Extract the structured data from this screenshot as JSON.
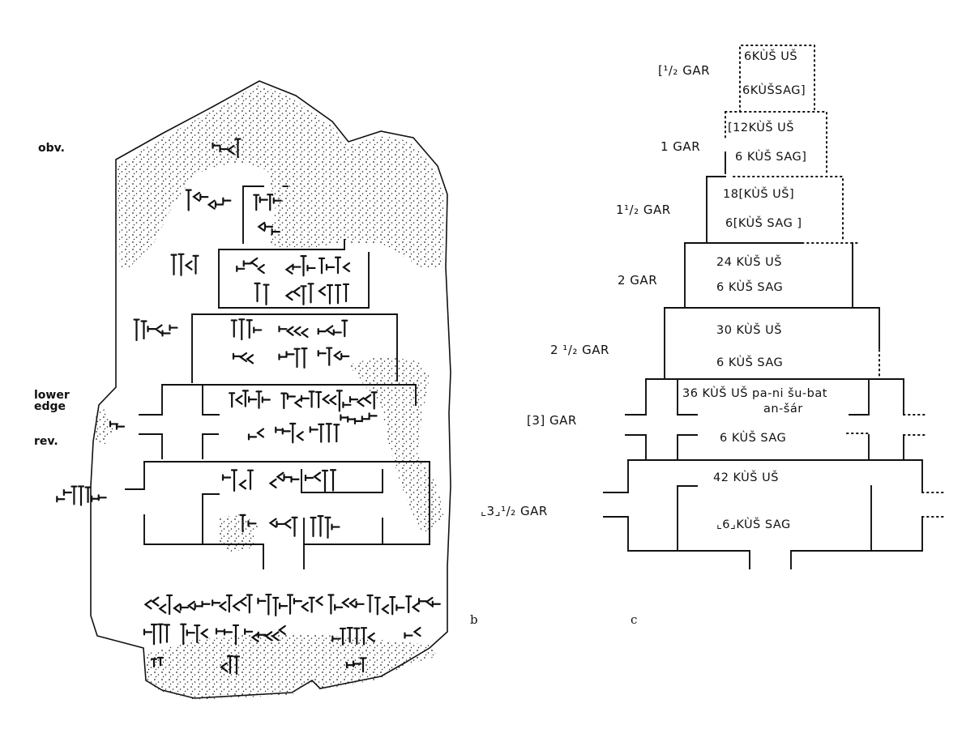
{
  "tablet": {
    "side_labels": {
      "obverse": "obv.",
      "lower_edge_1": "lower",
      "lower_edge_2": "edge",
      "reverse": "rev."
    },
    "panel_letter": "b"
  },
  "plan": {
    "panel_letter": "c",
    "stages": [
      {
        "gar": "[¹/₂ GAR",
        "length": "6KÙŠ UŠ",
        "width": "6KÙŠSAG]"
      },
      {
        "gar": "1 GAR",
        "length": "[12KÙŠ UŠ",
        "width": "6 KÙŠ SAG]"
      },
      {
        "gar": "1¹/₂ GAR",
        "length": "18[KÙŠ UŠ]",
        "width": "6[KÙŠ SAG ]"
      },
      {
        "gar": "2 GAR",
        "length": "24 KÙŠ UŠ",
        "width": "6 KÙŠ SAG"
      },
      {
        "gar": "2 ¹/₂ GAR",
        "length": "30 KÙŠ UŠ",
        "width": "6 KÙŠ SAG"
      },
      {
        "gar": "[3] GAR",
        "length": "36 KÙŠ UŠ pa-ni šu-bat",
        "length_2": "an-šár",
        "width": "6 KÙŠ SAG"
      },
      {
        "gar": "⌞3⌟¹/₂ GAR",
        "length": "42 KÙŠ UŠ",
        "width": "⌞6⌟KÙŠ SAG"
      }
    ]
  }
}
